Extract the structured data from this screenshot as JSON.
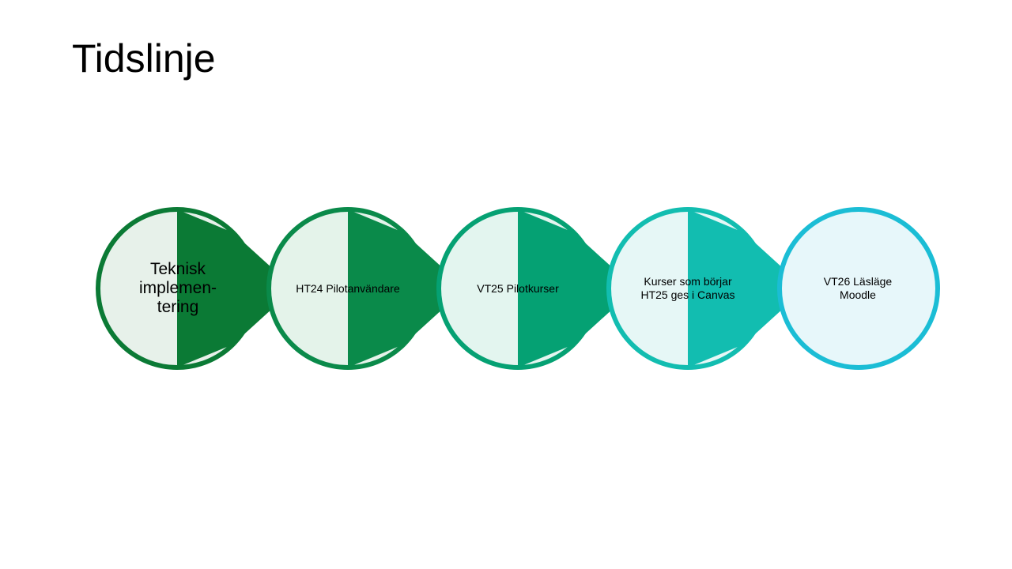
{
  "slide": {
    "title": "Tidslinje"
  },
  "timeline": {
    "steps": [
      {
        "label": "Teknisk implemen-tering",
        "stroke": "#0b7a35",
        "fill": "#e7f1ea"
      },
      {
        "label": "HT24 Pilotanvändare",
        "stroke": "#0a8a4a",
        "fill": "#e4f3ea"
      },
      {
        "label": "VT25 Pilotkurser",
        "stroke": "#05a173",
        "fill": "#e3f5ef"
      },
      {
        "label": "Kurser som börjar HT25 ges i Canvas",
        "stroke": "#12bdb0",
        "fill": "#e6f7f6"
      },
      {
        "label": "VT26 Läsläge Moodle",
        "stroke": "#1bbdd5",
        "fill": "#e7f7fa"
      }
    ]
  }
}
